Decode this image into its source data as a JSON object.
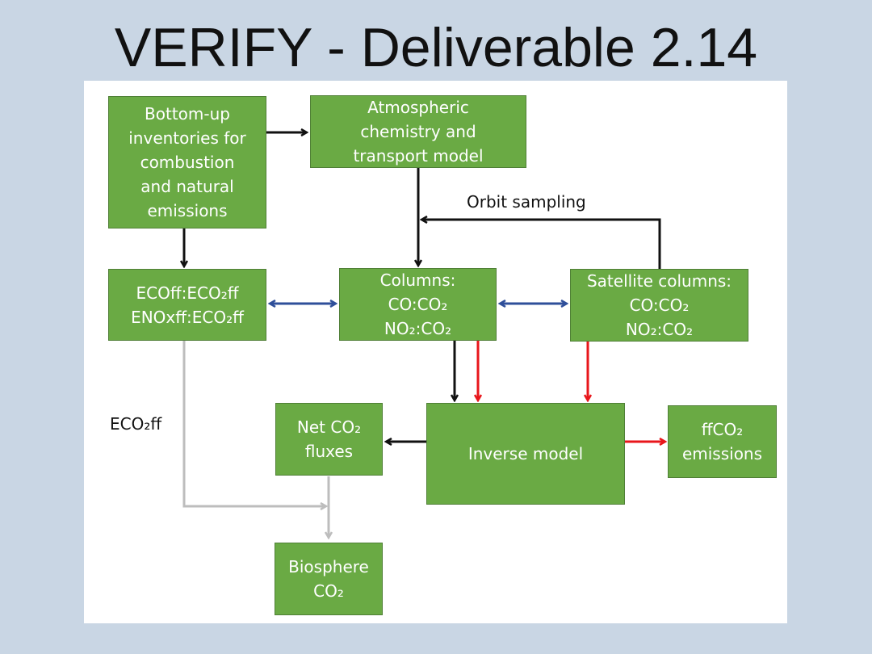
{
  "title": "VERIFY - Deliverable 2.14",
  "diagram": {
    "nodes": {
      "bottom_up": "Bottom-up\ninventories for\ncombustion\nand natural\nemissions",
      "atmos": "Atmospheric\nchemistry and\ntransport model",
      "ratios": "ECOff:ECO₂ff\nENOxff:ECO₂ff",
      "columns": "Columns:\nCO:CO₂\nNO₂:CO₂",
      "satellite": "Satellite columns:\nCO:CO₂\nNO₂:CO₂",
      "net_co2": "Net CO₂\nfluxes",
      "inverse": "Inverse model",
      "ffco2": "ffCO₂\nemissions",
      "biosphere": "Biosphere\nCO₂"
    },
    "labels": {
      "orbit": "Orbit sampling",
      "eco2ff": "ECO₂ff"
    },
    "colors": {
      "box_fill": "#6aaa44",
      "arrow_black": "#111111",
      "arrow_red": "#e8161b",
      "arrow_blue": "#2f4f9a",
      "arrow_gray": "#bdbdbd"
    }
  }
}
